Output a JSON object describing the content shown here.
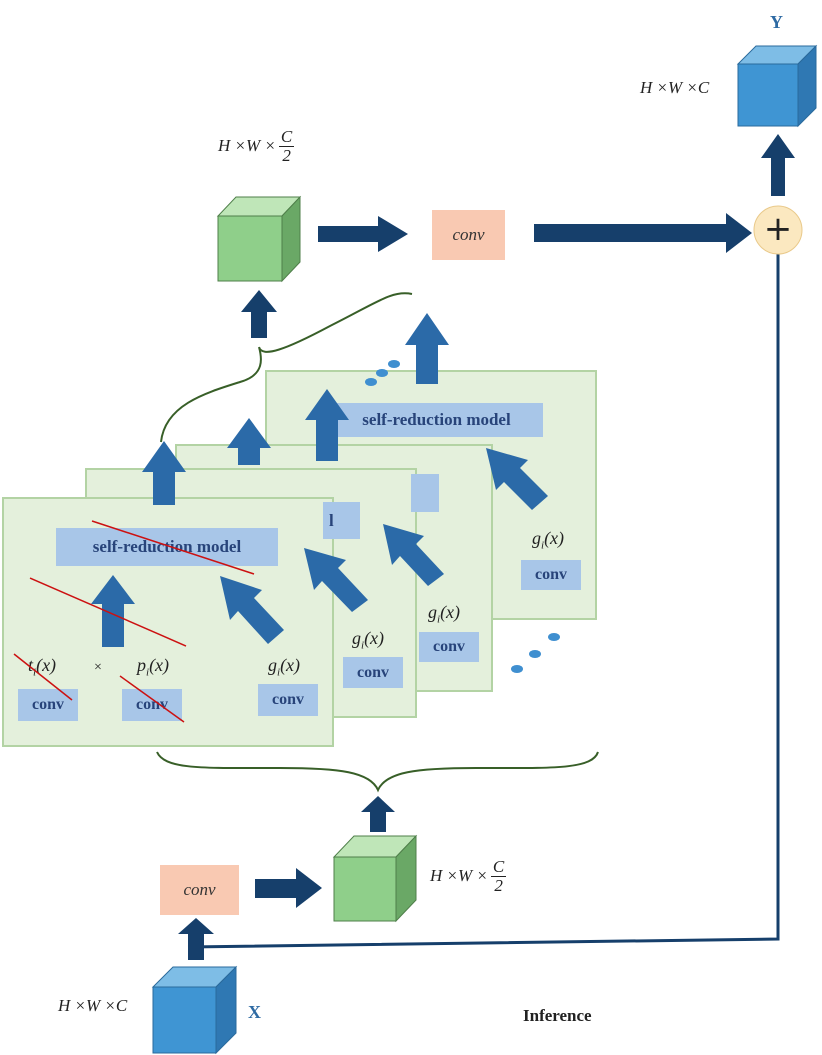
{
  "labels": {
    "input_name": "X",
    "output_name": "Y",
    "input_dims": "H ×W ×C",
    "output_dims": "H ×W ×C",
    "half_dims_prefix": "H ×W ×",
    "half_num": "C",
    "half_den": "2",
    "inference": "Inference",
    "plus": "+"
  },
  "blocks": {
    "conv_italic": "conv",
    "conv_bold": "conv",
    "self_reduction": "self-reduction model",
    "times": "×"
  },
  "functions": {
    "t": "t",
    "p": "p",
    "g": "g",
    "sub": "i",
    "arg": "(x)"
  },
  "colors": {
    "arrow": "#163f6b",
    "arrow_light": "#2f6fae",
    "cube_blue": "#3f95d3",
    "cube_green": "#8fcf8a",
    "panel": "#e4f0dc",
    "conv_peach": "#f9c9b2",
    "block_blue": "#a8c6e8",
    "strike": "#cc1111",
    "adder": "#fbe8c0"
  }
}
